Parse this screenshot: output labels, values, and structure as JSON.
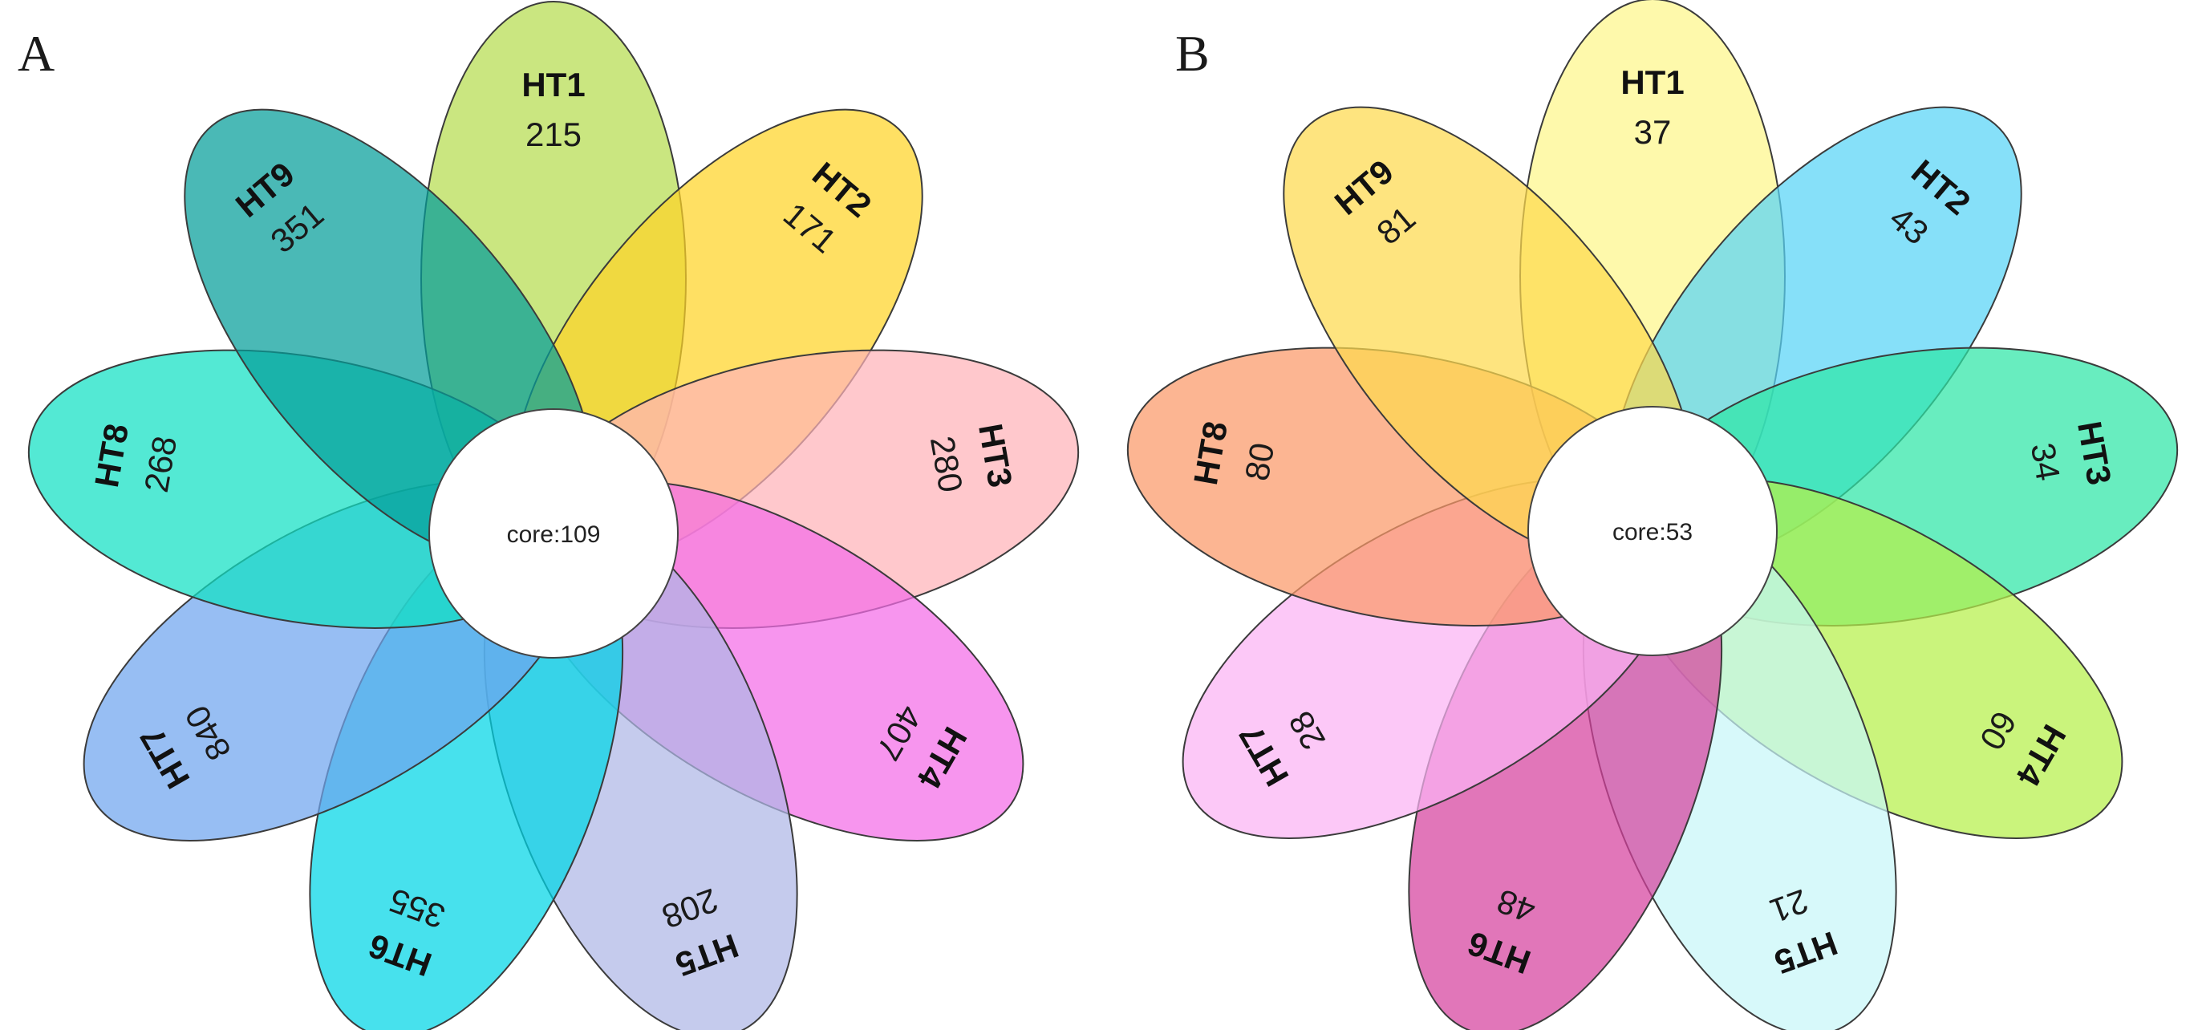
{
  "panels": [
    {
      "label": "A",
      "core_label": "core:109",
      "petals": [
        {
          "name": "HT1",
          "count": "215",
          "color": "#b5dc4f"
        },
        {
          "name": "HT2",
          "count": "171",
          "color": "#ffd427"
        },
        {
          "name": "HT3",
          "count": "280",
          "color": "#ffb3b8"
        },
        {
          "name": "HT4",
          "count": "407",
          "color": "#f46ce8"
        },
        {
          "name": "HT5",
          "count": "208",
          "color": "#aeb7e6"
        },
        {
          "name": "HT6",
          "count": "355",
          "color": "#00d6e6"
        },
        {
          "name": "HT7",
          "count": "840",
          "color": "#6fa5ef"
        },
        {
          "name": "HT8",
          "count": "268",
          "color": "#10e0c4"
        },
        {
          "name": "HT9",
          "count": "351",
          "color": "#049e9a"
        }
      ]
    },
    {
      "label": "B",
      "core_label": "core:53",
      "petals": [
        {
          "name": "HT1",
          "count": "37",
          "color": "#fdf78a"
        },
        {
          "name": "HT2",
          "count": "43",
          "color": "#58d4f6"
        },
        {
          "name": "HT3",
          "count": "34",
          "color": "#2ee6a6"
        },
        {
          "name": "HT4",
          "count": "60",
          "color": "#b5f04a"
        },
        {
          "name": "HT5",
          "count": "21",
          "color": "#c8f6f8"
        },
        {
          "name": "HT6",
          "count": "48",
          "color": "#d6419e"
        },
        {
          "name": "HT7",
          "count": "28",
          "color": "#fbb3f4"
        },
        {
          "name": "HT8",
          "count": "80",
          "color": "#fb9968"
        },
        {
          "name": "HT9",
          "count": "81",
          "color": "#fdd94d"
        }
      ]
    }
  ]
}
